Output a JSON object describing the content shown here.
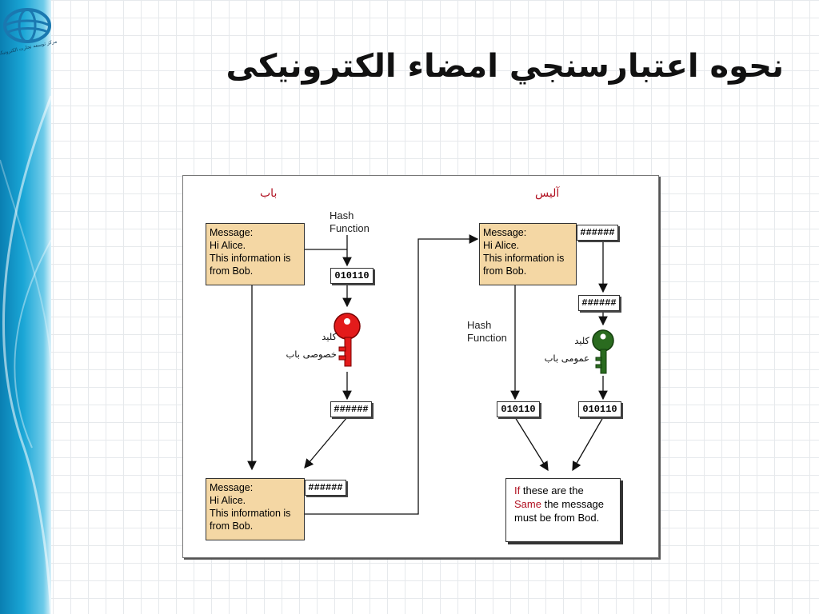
{
  "slide": {
    "title": "نحوه اعتبارسنجي امضاء الكترونيكی",
    "logo_text": "مرکز توسعه تجارت الکترونیکی"
  },
  "diagram": {
    "bob_label": "باب",
    "alice_label": "آليس",
    "bob_message": [
      "Message:",
      "Hi Alice.",
      "This information is",
      "from Bob."
    ],
    "signed_message": [
      "Message:",
      "Hi Alice.",
      "This information is",
      "from Bob."
    ],
    "alice_message": [
      "Message:",
      "Hi Alice.",
      "This information is",
      "from Bob."
    ],
    "hash_function_label": [
      "Hash",
      "Function"
    ],
    "hash_value": "010110",
    "signature_value": "######",
    "private_key_label": [
      "كليد",
      "خصوصی باب"
    ],
    "public_key_label": [
      "كليد",
      "عمومی باب"
    ],
    "result_text": {
      "if": "If",
      "line1_rest": " these are the",
      "same": "Same",
      "line2_rest": " the message",
      "line3": "must be from Bod."
    },
    "colors": {
      "message_fill": "#f4d7a4",
      "private_key": "#e31b1b",
      "public_key": "#2a6b1f",
      "accent_text": "#b01020"
    },
    "icons": [
      "private-key-icon",
      "public-key-icon"
    ]
  }
}
